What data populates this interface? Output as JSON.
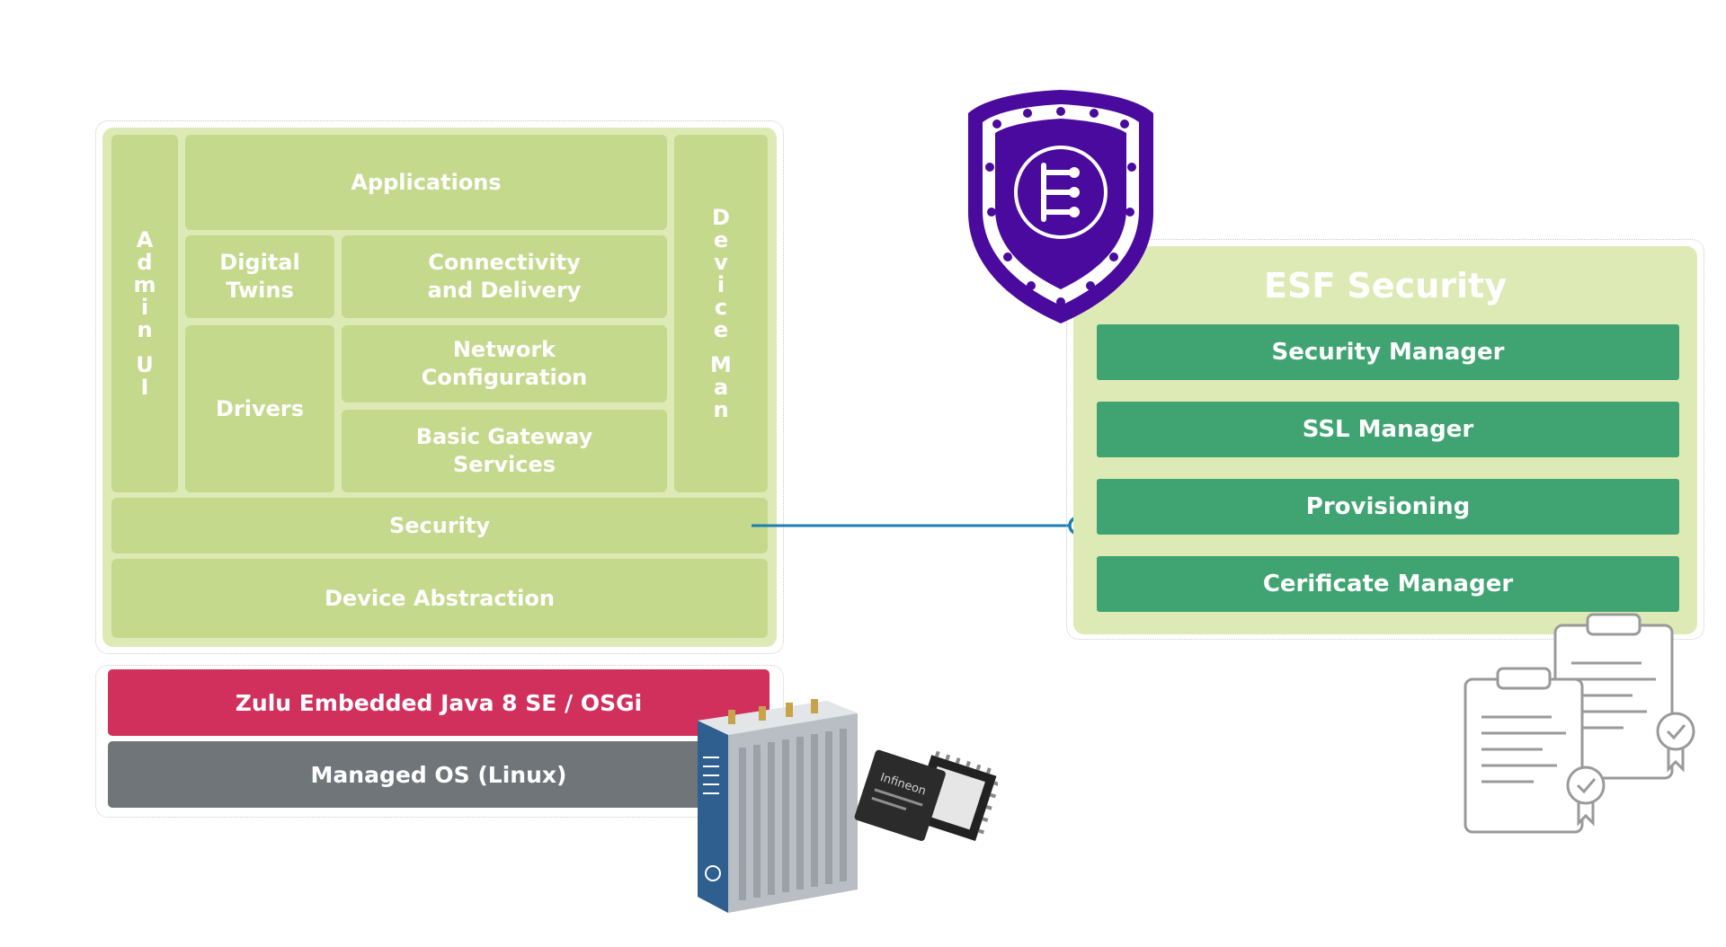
{
  "stack": {
    "applications": "Applications",
    "admin_ui": "Admin UI",
    "device_man": "Device Man",
    "digital_twins": [
      "Digital",
      "Twins"
    ],
    "connectivity": [
      "Connectivity",
      "and Delivery"
    ],
    "drivers": "Drivers",
    "network_config": [
      "Network",
      "Configuration"
    ],
    "basic_gateway": [
      "Basic Gateway",
      "Services"
    ],
    "security": "Security",
    "device_abstraction": "Device Abstraction"
  },
  "platform": {
    "java": "Zulu Embedded Java 8 SE / OSGi",
    "os": "Managed OS (Linux)"
  },
  "esf": {
    "title": "ESF Security",
    "items": [
      "Security Manager",
      "SSL Manager",
      "Provisioning",
      "Cerificate Manager"
    ]
  },
  "chip_label": "Infineon",
  "icons": [
    "shield-icon",
    "gateway-device-image",
    "tpm-chip-image",
    "certificate-documents-icon"
  ],
  "colors": {
    "light_green": "#c4d98c",
    "panel_green": "#deeab5",
    "esf_green": "#3fa472",
    "java_red": "#d12f5c",
    "os_gray": "#707579",
    "shield_purple": "#4a0a9e",
    "connector_blue": "#1b7fb5"
  }
}
